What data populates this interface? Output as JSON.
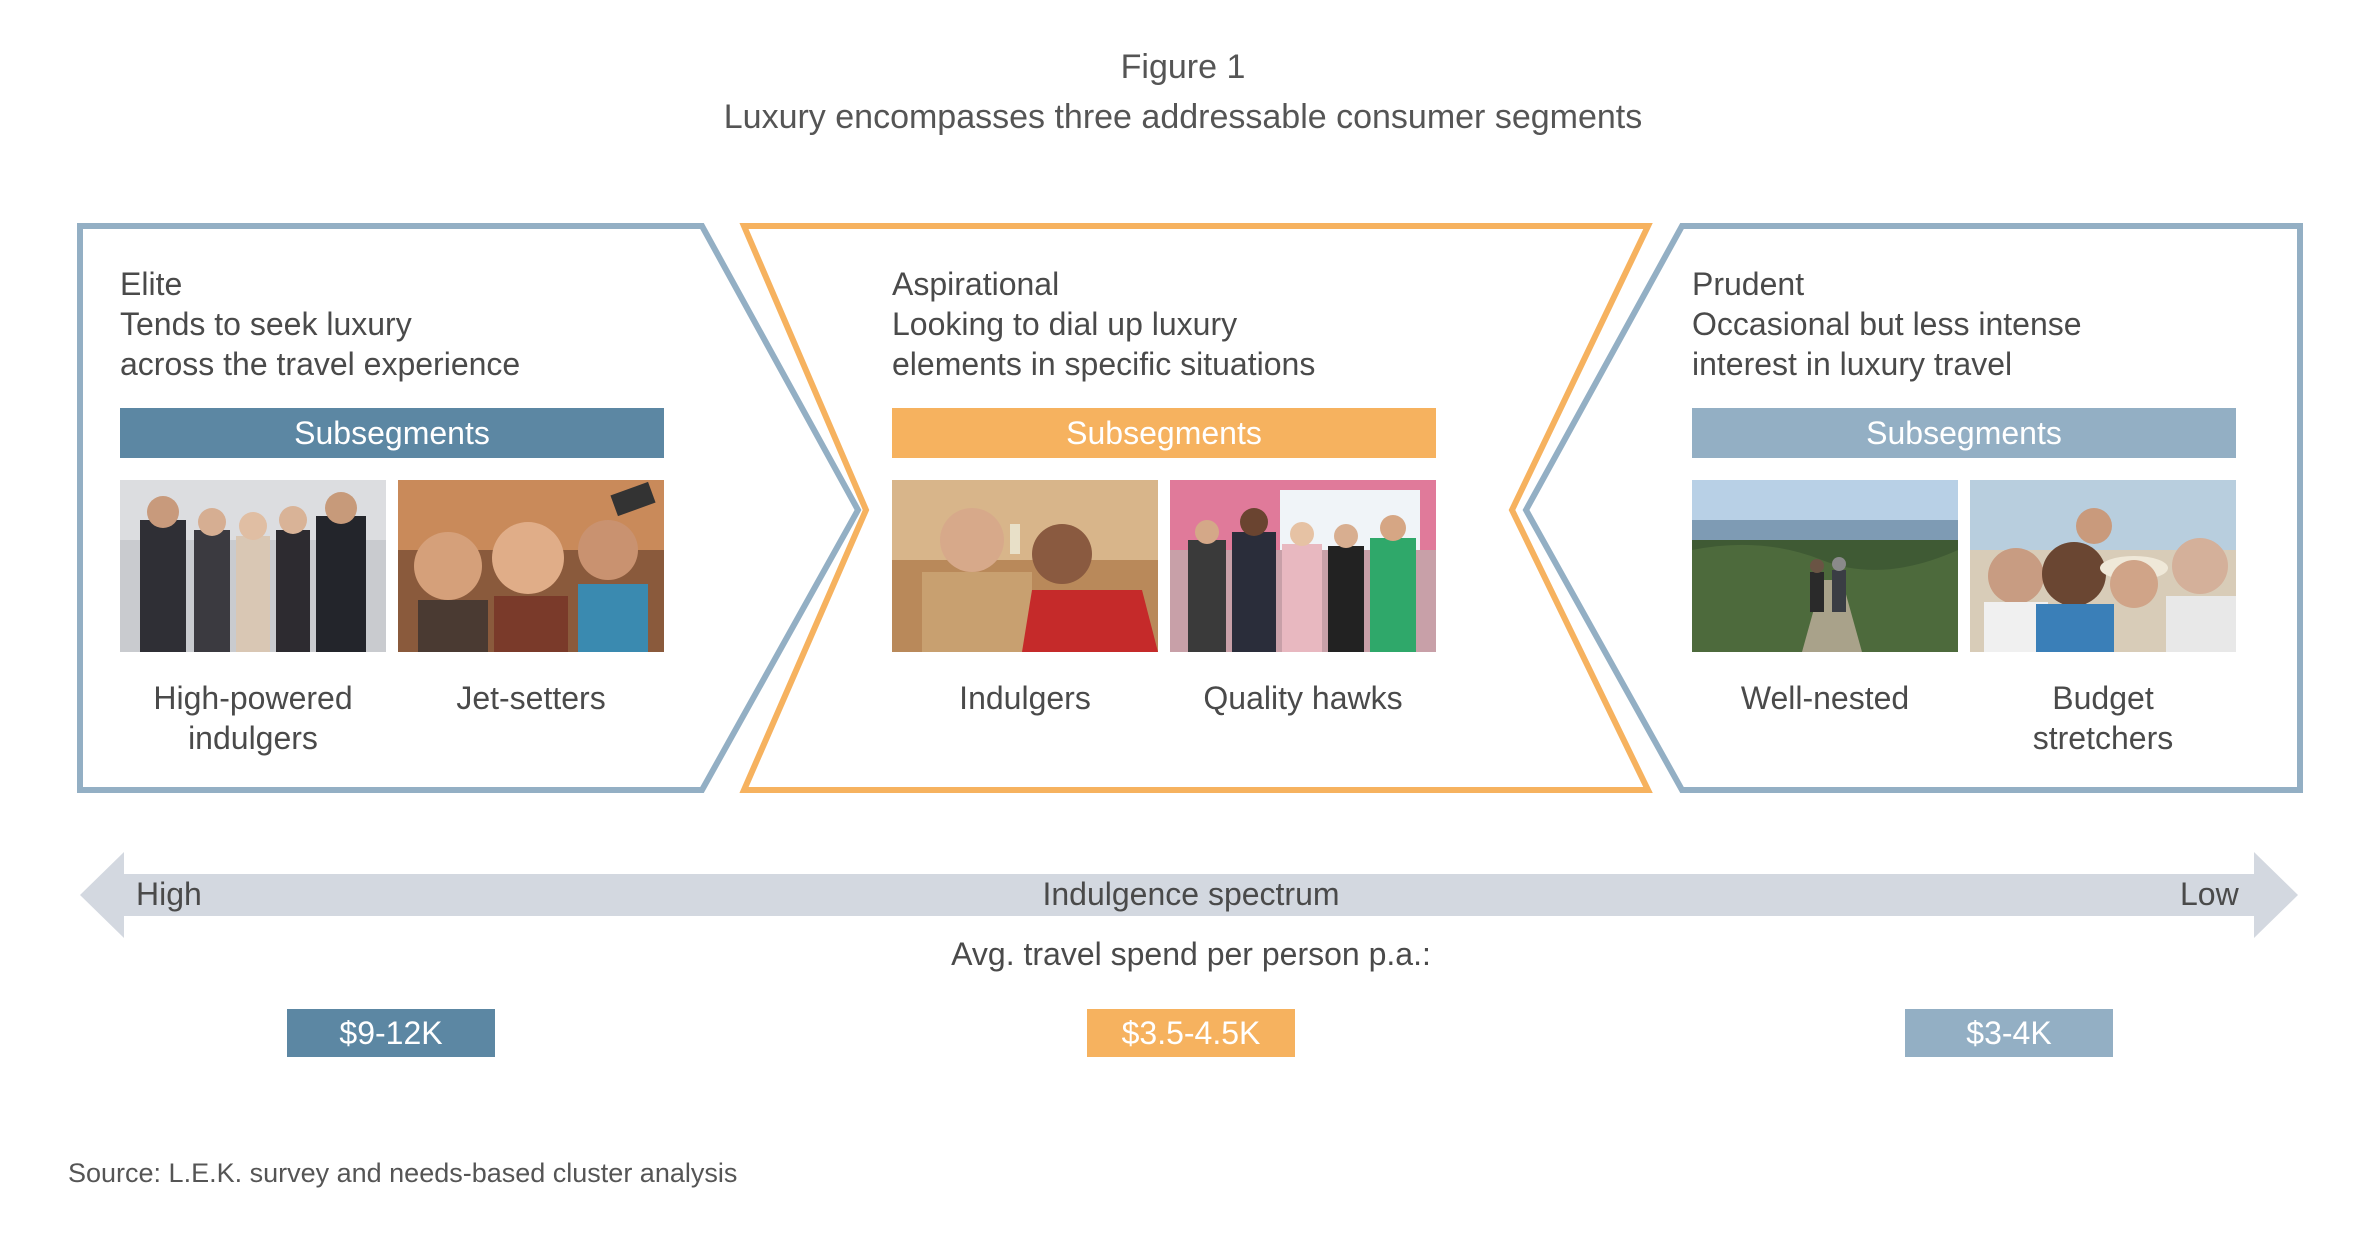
{
  "figure": {
    "label": "Figure 1",
    "title": "Luxury encompasses three addressable consumer segments"
  },
  "colors": {
    "elite": "#5c87a3",
    "aspirational": "#f6b25f",
    "prudent": "#93afc4",
    "frame_blue": "#93afc4",
    "spectrum": "#d3d8e0"
  },
  "segments": [
    {
      "name": "Elite",
      "line1": "Tends to seek luxury",
      "line2": "across the travel experience",
      "subsegments_label": "Subsegments",
      "subsegments": [
        {
          "line1": "High-powered",
          "line2": "indulgers",
          "photo": "fashion-group-photo"
        },
        {
          "line1": "Jet-setters",
          "line2": "",
          "photo": "selfie-group-photo"
        }
      ],
      "spend": "$9-12K"
    },
    {
      "name": "Aspirational",
      "line1": "Looking to dial up luxury",
      "line2": "elements in specific situations",
      "subsegments_label": "Subsegments",
      "subsegments": [
        {
          "line1": "Indulgers",
          "line2": "",
          "photo": "couple-toast-photo"
        },
        {
          "line1": "Quality hawks",
          "line2": "",
          "photo": "team-group-photo"
        }
      ],
      "spend": "$3.5-4.5K"
    },
    {
      "name": "Prudent",
      "line1": "Occasional but less intense",
      "line2": "interest in luxury travel",
      "subsegments_label": "Subsegments",
      "subsegments": [
        {
          "line1": "Well-nested",
          "line2": "",
          "photo": "couple-walking-photo"
        },
        {
          "line1": "Budget",
          "line2": "stretchers",
          "photo": "senior-group-photo"
        }
      ],
      "spend": "$3-4K"
    }
  ],
  "spectrum": {
    "high": "High",
    "label": "Indulgence spectrum",
    "low": "Low",
    "spend_caption": "Avg. travel spend per person p.a.:"
  },
  "source": "Source: L.E.K. survey and needs-based cluster analysis"
}
